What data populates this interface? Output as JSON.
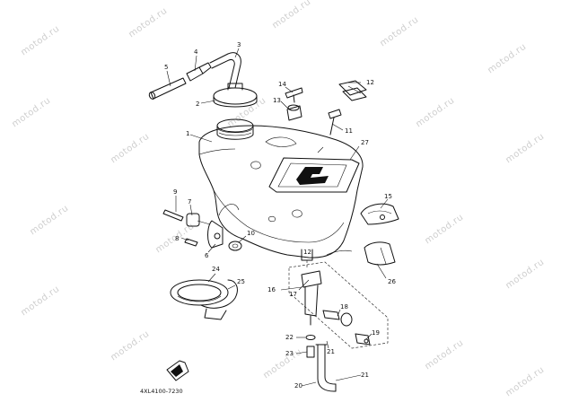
{
  "watermark": "motod.ru",
  "diagram_code": "4XL4100-7230",
  "callouts": [
    {
      "id": "c1",
      "label": "1"
    },
    {
      "id": "c2",
      "label": "2"
    },
    {
      "id": "c3",
      "label": "3"
    },
    {
      "id": "c4",
      "label": "4"
    },
    {
      "id": "c5",
      "label": "5"
    },
    {
      "id": "c6",
      "label": "6"
    },
    {
      "id": "c7",
      "label": "7"
    },
    {
      "id": "c8",
      "label": "8"
    },
    {
      "id": "c9",
      "label": "9"
    },
    {
      "id": "c10",
      "label": "10"
    },
    {
      "id": "c11",
      "label": "11"
    },
    {
      "id": "c12",
      "label": "12"
    },
    {
      "id": "c13",
      "label": "13"
    },
    {
      "id": "c14",
      "label": "14"
    },
    {
      "id": "c15",
      "label": "15"
    },
    {
      "id": "c16",
      "label": "16"
    },
    {
      "id": "c17",
      "label": "17"
    },
    {
      "id": "c18",
      "label": "18"
    },
    {
      "id": "c19",
      "label": "19"
    },
    {
      "id": "c20",
      "label": "20"
    },
    {
      "id": "c21a",
      "label": "21"
    },
    {
      "id": "c21b",
      "label": "21"
    },
    {
      "id": "c22",
      "label": "22"
    },
    {
      "id": "c23",
      "label": "23"
    },
    {
      "id": "c24",
      "label": "24"
    },
    {
      "id": "c25",
      "label": "25"
    },
    {
      "id": "c26",
      "label": "26"
    },
    {
      "id": "c27",
      "label": "27"
    },
    {
      "id": "c12b",
      "label": "12"
    }
  ]
}
